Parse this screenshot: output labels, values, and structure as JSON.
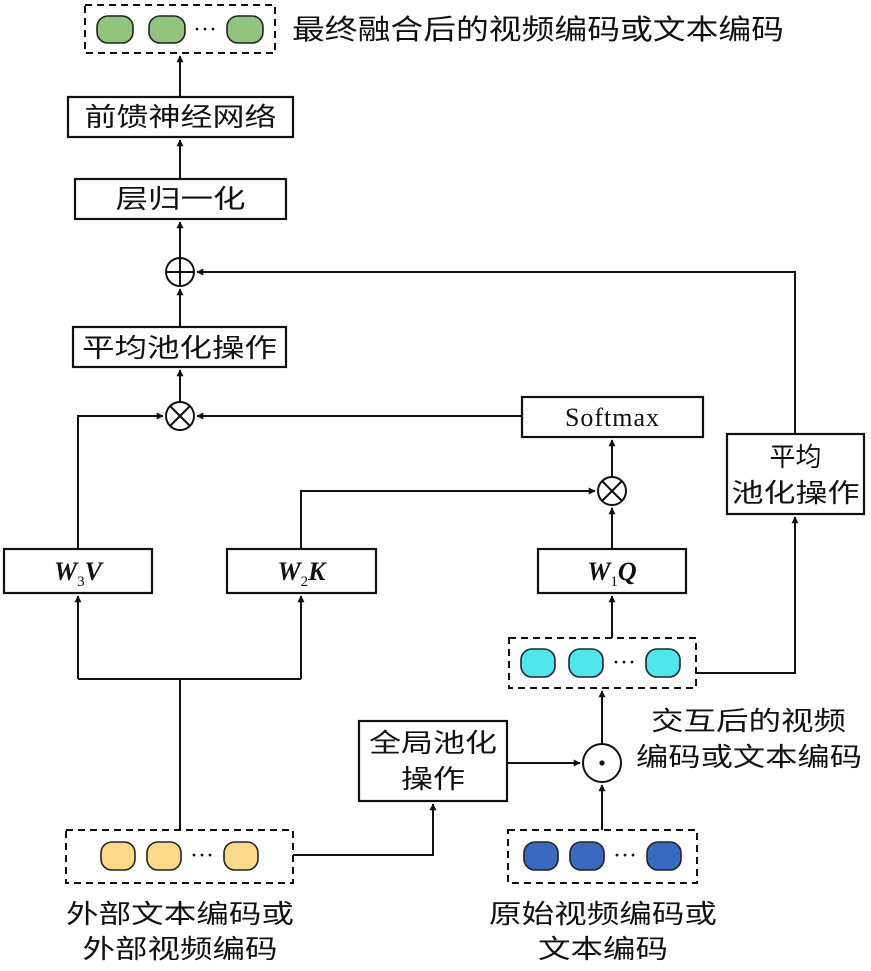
{
  "labels": {
    "final_output": "最终融合后的视频编码或文本编码",
    "ffn": "前馈神经网络",
    "layer_norm": "层归一化",
    "avg_pool_main": "平均池化操作",
    "softmax": "Softmax",
    "avg_pool_side": [
      "平均",
      "池化操作"
    ],
    "w3v": {
      "main": "W",
      "sub": "3",
      "tail": "V"
    },
    "w2k": {
      "main": "W",
      "sub": "2",
      "tail": "K"
    },
    "w1q": {
      "main": "W",
      "sub": "1",
      "tail": "Q"
    },
    "interacted": [
      "交互后的视频",
      "编码或文本编码"
    ],
    "global_pool": [
      "全局池化",
      "操作"
    ],
    "external": [
      "外部文本编码或",
      "外部视频编码"
    ],
    "original": [
      "原始视频编码或",
      "文本编码"
    ],
    "ellipsis": "···"
  },
  "colors": {
    "green_token": "#93c47d",
    "cyan_token": "#4fe6ec",
    "yellow_token": "#ffd98a",
    "blue_token": "#3a69c0",
    "stroke": "#111111"
  },
  "symbols": {
    "add": "⊕",
    "multiply": "⊗",
    "dot": "⊙"
  }
}
